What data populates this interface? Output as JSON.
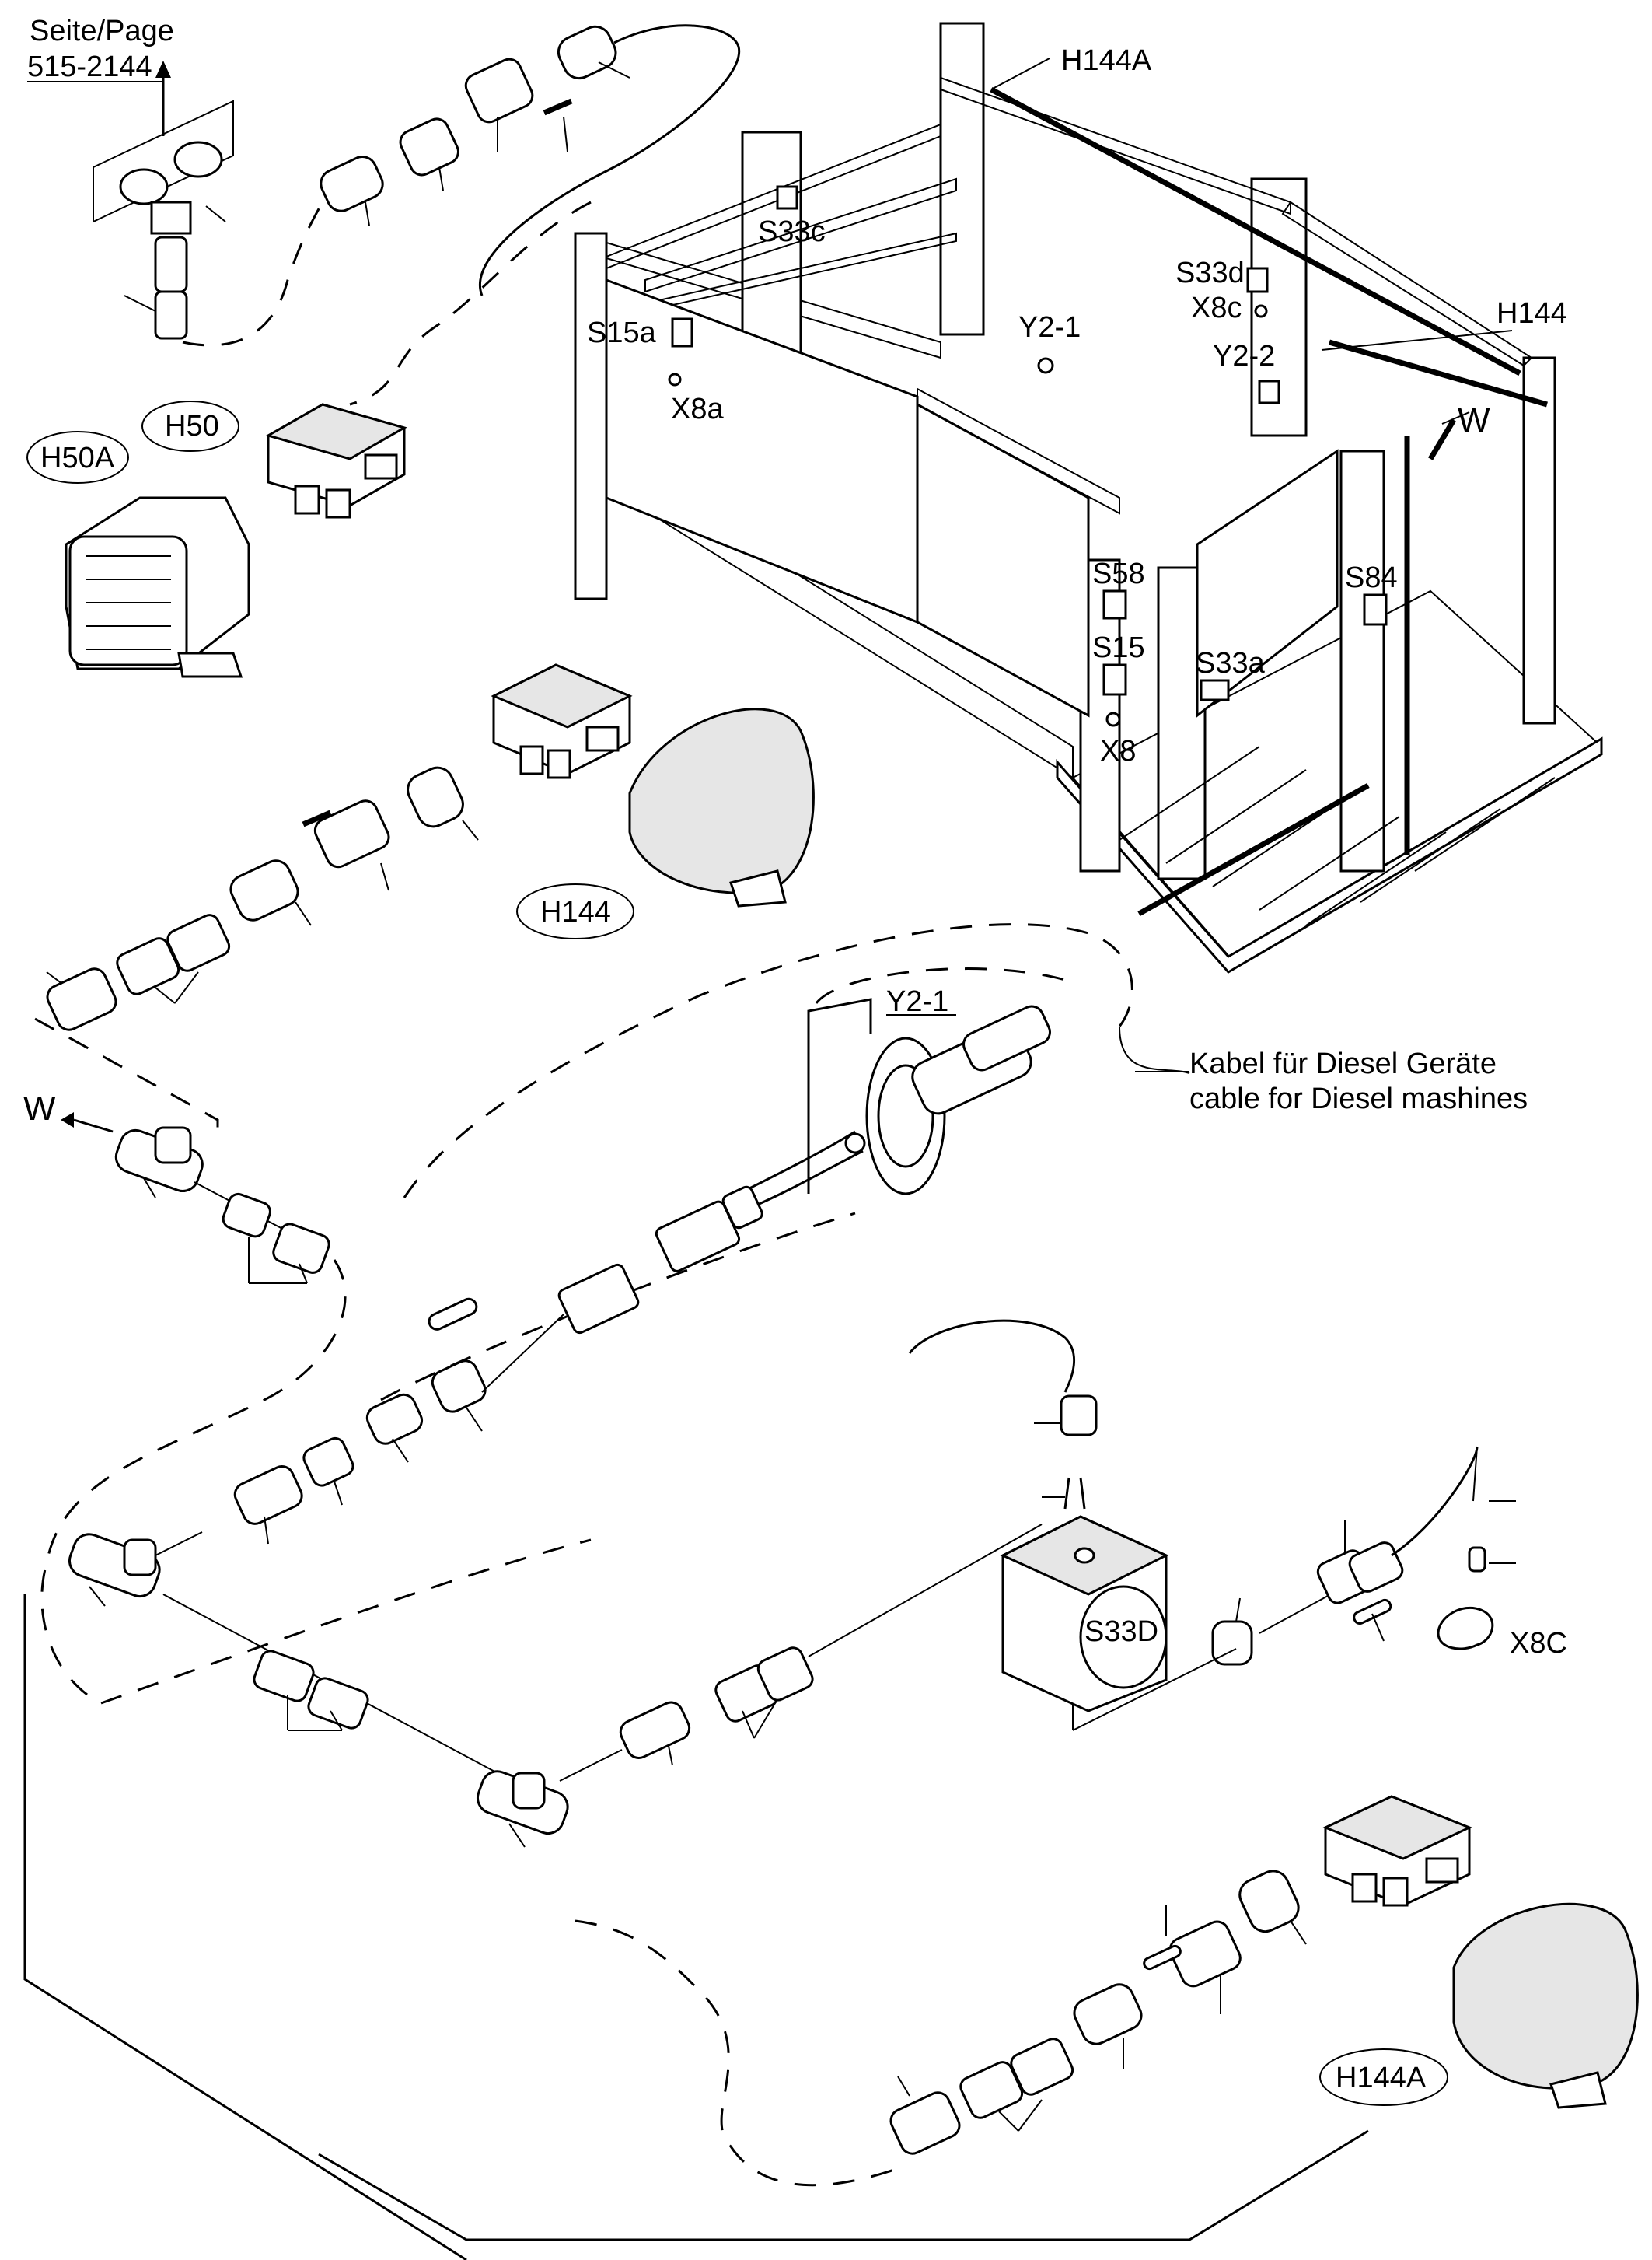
{
  "reference": {
    "line1": "Seite/Page",
    "line2": "515-2144"
  },
  "labels": {
    "H144A_top": "H144A",
    "H144_top": "H144",
    "W_top": "W",
    "S33c": "S33c",
    "S33d": "S33d",
    "X8c": "X8c",
    "Y2_1_top": "Y2-1",
    "Y2_2": "Y2-2",
    "S15a": "S15a",
    "X8a": "X8a",
    "H50": "H50",
    "H50A": "H50A",
    "S58": "S58",
    "S15": "S15",
    "S84": "S84",
    "S33a": "S33a",
    "X8": "X8",
    "H144_circle": "H144",
    "Y2_1_detail": "Y2-1",
    "W_left": "W",
    "S33D": "S33D",
    "X8C": "X8C",
    "H144A_circle": "H144A"
  },
  "note": {
    "line1": "Kabel für Diesel Geräte",
    "line2": "cable for Diesel mashines"
  }
}
